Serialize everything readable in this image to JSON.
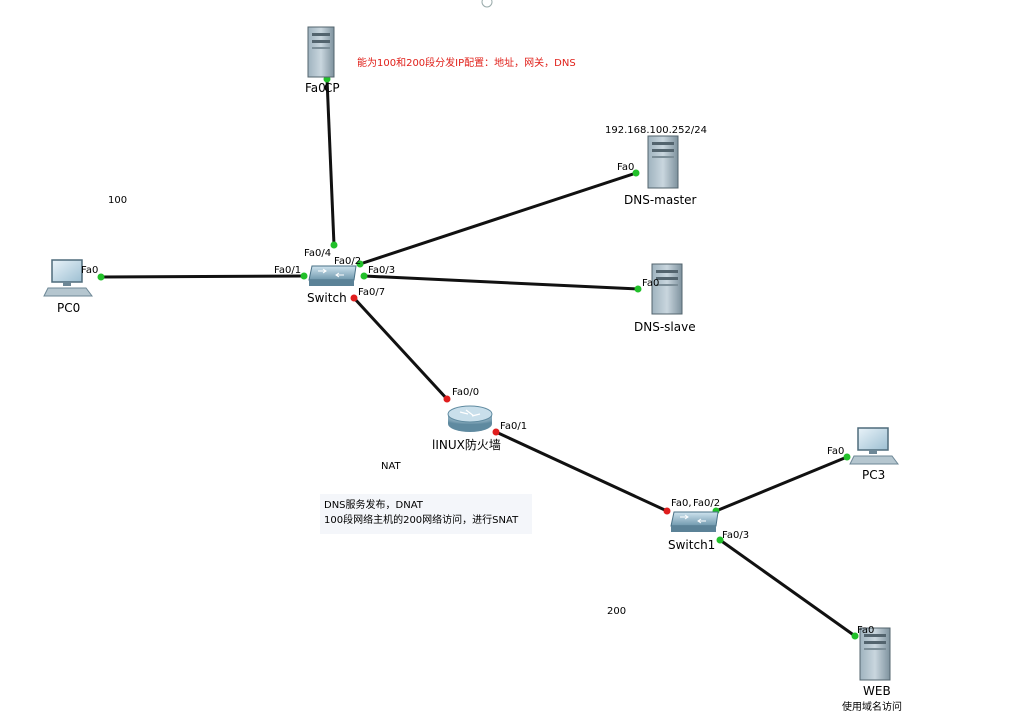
{
  "colors": {
    "link": "#111111",
    "port_up": "#22c02a",
    "port_down": "#e01e1e",
    "note_red": "#e0201a",
    "note_box": "#f4f6fa"
  },
  "devices": {
    "dhcp_port": "Fa0",
    "dhcp_label": "CP",
    "dns_master": "DNS-master",
    "dns_slave": "DNS-slave",
    "pc0": "PC0",
    "switch0": "Switch",
    "firewall": "lINUX防火墙",
    "pc3": "PC3",
    "switch1": "Switch1",
    "web": "WEB",
    "web_sub": "使用域名访问"
  },
  "ports": {
    "dns_master_fa0": "Fa0",
    "dns_slave_fa0": "Fa0",
    "pc0_fa0": "Fa0",
    "sw_fa04": "Fa0/4",
    "sw_fa02": "Fa0/2",
    "sw_fa01": "Fa0/1",
    "sw_fa03": "Fa0/3",
    "sw_fa07": "Fa0/7",
    "fw_fa00": "Fa0/0",
    "fw_fa01": "Fa0/1",
    "pc3_fa0": "Fa0",
    "sw1_fa0": "Fa0,",
    "sw1_fa02": "Fa0/2",
    "sw1_fa03": "Fa0/3",
    "web_fa0": "Fa0"
  },
  "notes": {
    "dhcp_note": "能为100和200段分发IP配置：地址，网关，DNS",
    "dns_master_ip": "192.168.100.252/24",
    "zone_100": "100",
    "nat": "NAT",
    "nat_line1": "DNS服务发布，DNAT",
    "nat_line2": "100段网络主机的200网络访问，进行SNAT",
    "zone_200": "200"
  }
}
